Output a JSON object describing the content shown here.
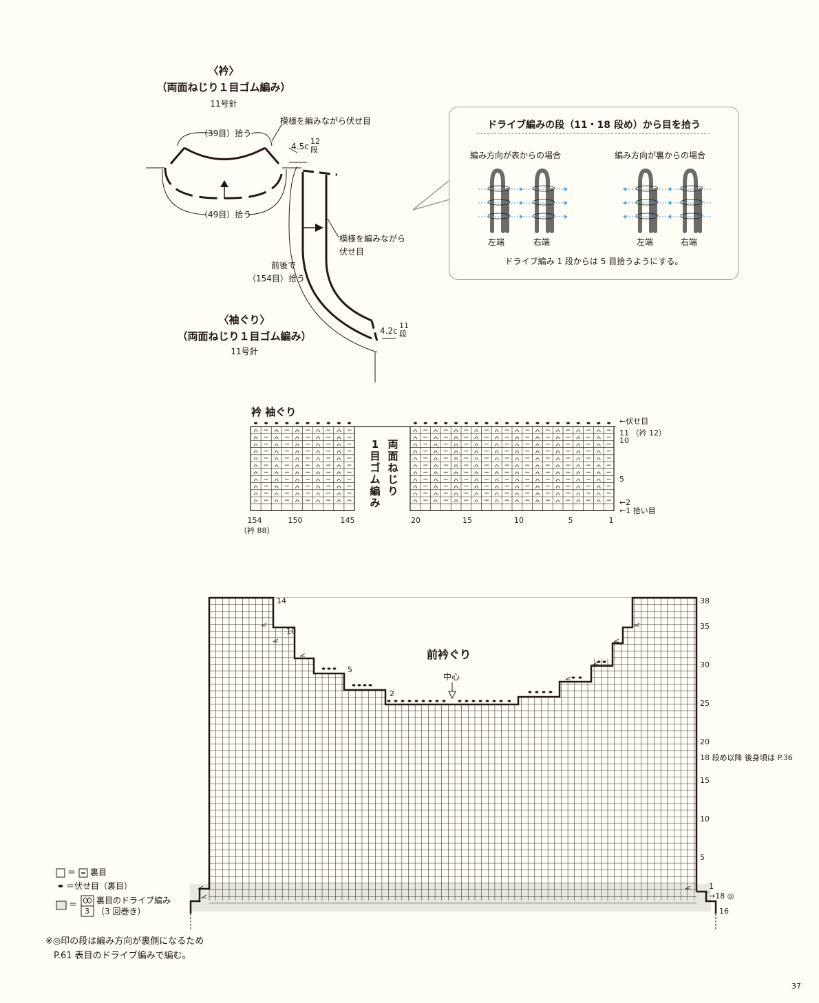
{
  "collar": {
    "title": "〈衿〉",
    "subtitle": "（両面ねじり１目ゴム編み）",
    "needle": "11号針",
    "pickup_top": "（39目）拾う",
    "pickup_bottom": "（49目）拾う",
    "bind_note": "模様を編みながら伏せ目",
    "depth": "4.5c",
    "rows": "12段"
  },
  "armhole": {
    "title": "〈袖ぐり〉",
    "subtitle": "（両面ねじり１目ゴム編み）",
    "needle": "11号針",
    "pickup_line1": "前後で",
    "pickup_line2": "（154目）拾う",
    "bind_note_line1": "模様を編みながら",
    "bind_note_line2": "伏せ目",
    "depth": "4.2c",
    "rows": "11段"
  },
  "callout": {
    "title": "ドライブ編みの段（11・18 段め）から目を拾う",
    "front_label": "編み方向が表からの場合",
    "back_label": "編み方向が裏からの場合",
    "left_end": "左端",
    "right_end": "右端",
    "note": "ドライブ編み 1 段からは 5 目拾うようにする。",
    "accent_color": "#4aa3d9"
  },
  "rib_chart": {
    "title": "衿 袖ぐり",
    "vertical_label_1": "両面ねじり",
    "vertical_label_2": "1目ゴム編み",
    "row_label_top": "←伏せ目",
    "row_label_11": "11 （衿 12）",
    "row_label_10": "10",
    "row_label_5": "5",
    "row_label_2": "←2",
    "row_label_1": "←1 拾い目",
    "col_labels": [
      "154",
      "150",
      "145",
      "20",
      "15",
      "10",
      "5",
      "1"
    ],
    "col_note": "（衿 88）"
  },
  "front_chart": {
    "title": "前衿ぐり",
    "center_label": "中心",
    "left_step_labels": [
      "14",
      "10",
      "5",
      "2"
    ],
    "right_row_labels": [
      "38",
      "35",
      "30",
      "25",
      "20",
      "15",
      "10",
      "5",
      "1"
    ],
    "side_note": "18 段め以降 後身頃は P.36",
    "row18_label": "→18 ◎",
    "row16_label": "16"
  },
  "legend": {
    "item1": "＝ 裏目",
    "item2": "＝伏せ目（裏目）",
    "item3_line1": "＝ 裏目のドライブ編み",
    "item3_line2": "（3 回巻き）",
    "wrap_number": "3"
  },
  "footnote": {
    "line1": "※◎印の段は編み方向が裏側になるため",
    "line2": "P.61 表目のドライブ編みで編む。"
  },
  "page_number": "37"
}
